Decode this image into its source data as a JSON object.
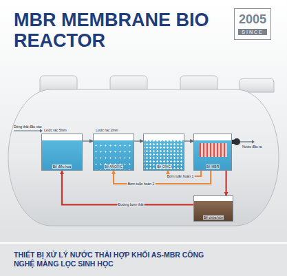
{
  "diagram": {
    "title": "MBR MEMBRANE BIO REACTOR",
    "caption": "THIẾT BỊ XỬ LÝ NƯỚC THẢI HỢP KHỐI AS-MBR CÔNG NGHỆ MÀNG LỌC SINH HỌC",
    "nodes": [
      {
        "text": [
          "Bể điều hoà"
        ]
      },
      {
        "text": [
          "Bể ANOXIC"
        ]
      },
      {
        "text": [
          "Bể OXIC"
        ]
      },
      {
        "text": [
          "Bể MBR"
        ]
      },
      {
        "text": [
          "Bể chứa bùn"
        ]
      }
    ],
    "edges": [
      {
        "from": 0,
        "to": 1,
        "arrow": "to"
      },
      {
        "from": 1,
        "to": 2,
        "arrow": "to"
      },
      {
        "from": 2,
        "to": 3,
        "arrow": "to"
      },
      {
        "from": 3,
        "to": 2,
        "label": "Bơm tuần hoàn 1",
        "arrow": "to"
      },
      {
        "from": 3,
        "to": 1,
        "label": "Bơm tuần hoàn 2",
        "arrow": "to"
      },
      {
        "from": 3,
        "to": 4,
        "arrow": "to"
      },
      {
        "from": 4,
        "to": 0,
        "label": "Đường bơm thải",
        "arrow": "to"
      }
    ],
    "labels": [
      "Dòng thải đầu vào",
      "Lược rác 5mm",
      "Lược rác 2mm",
      "Nước đầu ra",
      "2005",
      "SINCE"
    ]
  }
}
